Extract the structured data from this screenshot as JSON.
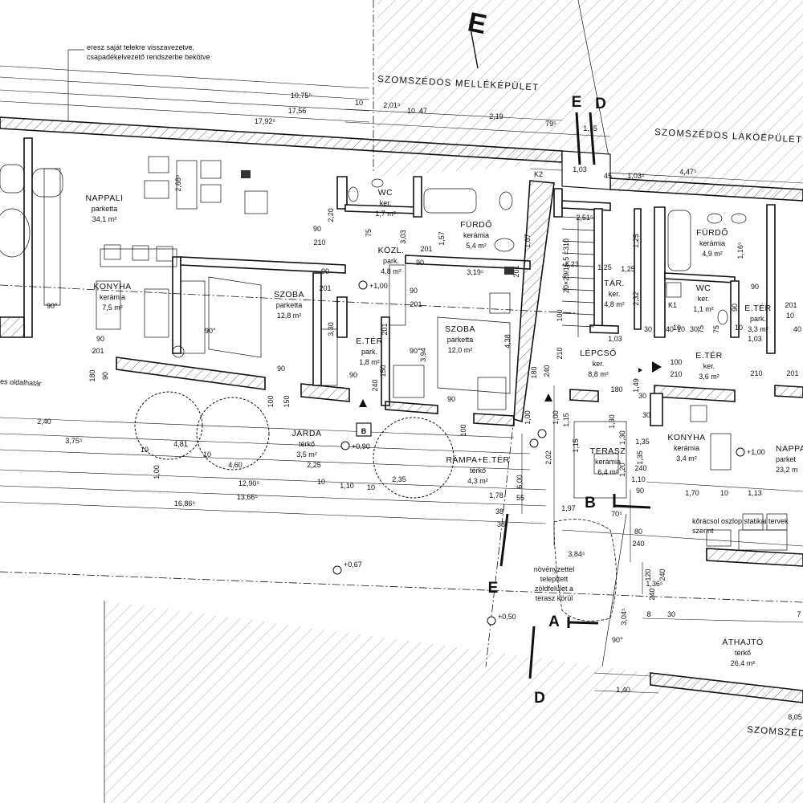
{
  "note": [
    "eresz saját telekre visszavezetve,",
    "csapadékelvezető rendszerbe bekötve"
  ],
  "neighbours": {
    "mellekepulet": "SZOMSZÉDOS MELLÉKÉPÜLET",
    "lakoepulet": "SZOMSZÉDOS LAKÓÉPÜLET",
    "bottom": "SZOMSZÉDC"
  },
  "boundary_label": "es oldalhatár",
  "rooms": {
    "nappali": {
      "name": "NAPPALI",
      "floor": "parketta",
      "area": "34,1 m²"
    },
    "konyha": {
      "name": "KONYHA",
      "floor": "kerámia",
      "area": "7,5 m²"
    },
    "szoba1": {
      "name": "SZOBA",
      "floor": "parketta",
      "area": "12,8 m²"
    },
    "wc1": {
      "name": "WC",
      "floor": "ker.",
      "area": "1,7 m²"
    },
    "furdo1": {
      "name": "FÜRDŐ",
      "floor": "kerámia",
      "area": "5,4 m²"
    },
    "kozl": {
      "name": "KÖZL.",
      "floor": "park.",
      "area": "4,8 m²"
    },
    "szoba2": {
      "name": "SZOBA",
      "floor": "parketta",
      "area": "12,0 m²"
    },
    "eter1": {
      "name": "E.TÉR",
      "floor": "park.",
      "area": "1,8 m²"
    },
    "jarda": {
      "name": "JÁRDA",
      "floor": "térkő",
      "area": "3,5 m²"
    },
    "rampa": {
      "name": "RÁMPA+E.TÉR",
      "floor": "térkő",
      "area": "4,3 m²"
    },
    "lepcso": {
      "name": "LÉPCSŐ",
      "floor": "ker.",
      "area": "8,8 m²"
    },
    "tar": {
      "name": "TÁR.",
      "floor": "ker.",
      "area": "4,8 m²"
    },
    "terasz": {
      "name": "TERASZ",
      "floor": "kerámia",
      "area": "6,4 m²"
    },
    "konyha2": {
      "name": "KONYHA",
      "floor": "kerámia",
      "area": "3,4 m²"
    },
    "eter2": {
      "name": "E.TÉR",
      "floor": "ker.",
      "area": "3,6 m²"
    },
    "furdo2": {
      "name": "FÜRDŐ",
      "floor": "kerámia",
      "area": "4,9 m²"
    },
    "wc2": {
      "name": "WC",
      "floor": "ker.",
      "area": "1,1 m²"
    },
    "eter3": {
      "name": "E.TÉR",
      "floor": "park.",
      "area": "3,3 m²"
    },
    "nappali2": {
      "name": "NAPPA",
      "floor": "parket",
      "area": "23,2 m"
    },
    "athajto": {
      "name": "ÁTHAJTÓ",
      "floor": "térkő",
      "area": "26,4 m²"
    }
  },
  "vegetation_note": [
    "növényzettel",
    "telepített",
    "zöldfelület a",
    "terasz körül"
  ],
  "column_note": [
    "kőrácsol oszlop statikai tervek",
    "szerint"
  ],
  "levels": [
    "+1,00",
    "+0,90",
    "+0,67",
    "+0,50",
    "+1,00",
    "+1,00"
  ],
  "sections": [
    "E",
    "D",
    "E",
    "D",
    "E",
    "D",
    "A",
    "B",
    "B",
    "B"
  ],
  "stairs": "20×29/15,5 =310",
  "angles": [
    "90°",
    "90°",
    "90°",
    "90°"
  ],
  "symbols": [
    "K2",
    "K1",
    "B",
    "B"
  ],
  "dims_top": [
    "10,75⁵",
    "17,56",
    "17,92⁵",
    "10",
    "2,01⁵",
    "10",
    "47",
    "2,19",
    "79⁵",
    "1,15",
    "1,03",
    "45",
    "1,03⁵",
    "4,47⁵"
  ],
  "dims_mid": [
    "2,68⁵",
    "2,20",
    "90",
    "210",
    "90",
    "201",
    "90",
    "201",
    "75",
    "3,03",
    "1,57",
    "201",
    "90",
    "3,19⁵",
    "201",
    "1,07",
    "2,51⁵",
    "1,25",
    "1,25",
    "1,23",
    "1,25",
    "2,32",
    "1,03",
    "1,16⁵",
    "1,03",
    "90",
    "201",
    "10",
    "90",
    "75",
    "75",
    "10",
    "30",
    "40",
    "10",
    "30",
    "40",
    "10",
    "210",
    "3,30",
    "90",
    "201",
    "90",
    "100",
    "150",
    "90",
    "201",
    "3,94",
    "4,38",
    "90",
    "240",
    "150",
    "100",
    "180",
    "90",
    "100",
    "210",
    "240",
    "1,49",
    "180",
    "180",
    "30",
    "100",
    "210",
    "201"
  ],
  "dims_bottom": [
    "2,40",
    "3,75⁵",
    "10",
    "4,81",
    "1,00",
    "10",
    "4,60",
    "2,25",
    "10",
    "12,90⁵",
    "1,10",
    "10",
    "2,35",
    "13,66⁵",
    "16,86⁵",
    "1,78",
    "55",
    "38",
    "38",
    "6,00",
    "1,00",
    "2,02",
    "1,97",
    "70⁵",
    "1,70",
    "10",
    "1,13",
    "3,84⁵",
    "1,36⁵",
    "1,35",
    "3,04⁵",
    "1,40",
    "8,05",
    "240",
    "80",
    "240",
    "120",
    "240",
    "8",
    "30",
    "7",
    "1,30",
    "1,30",
    "30",
    "1,15",
    "1,15",
    "1,00",
    "1,35",
    "1,10",
    "90",
    "240",
    "1,20"
  ]
}
